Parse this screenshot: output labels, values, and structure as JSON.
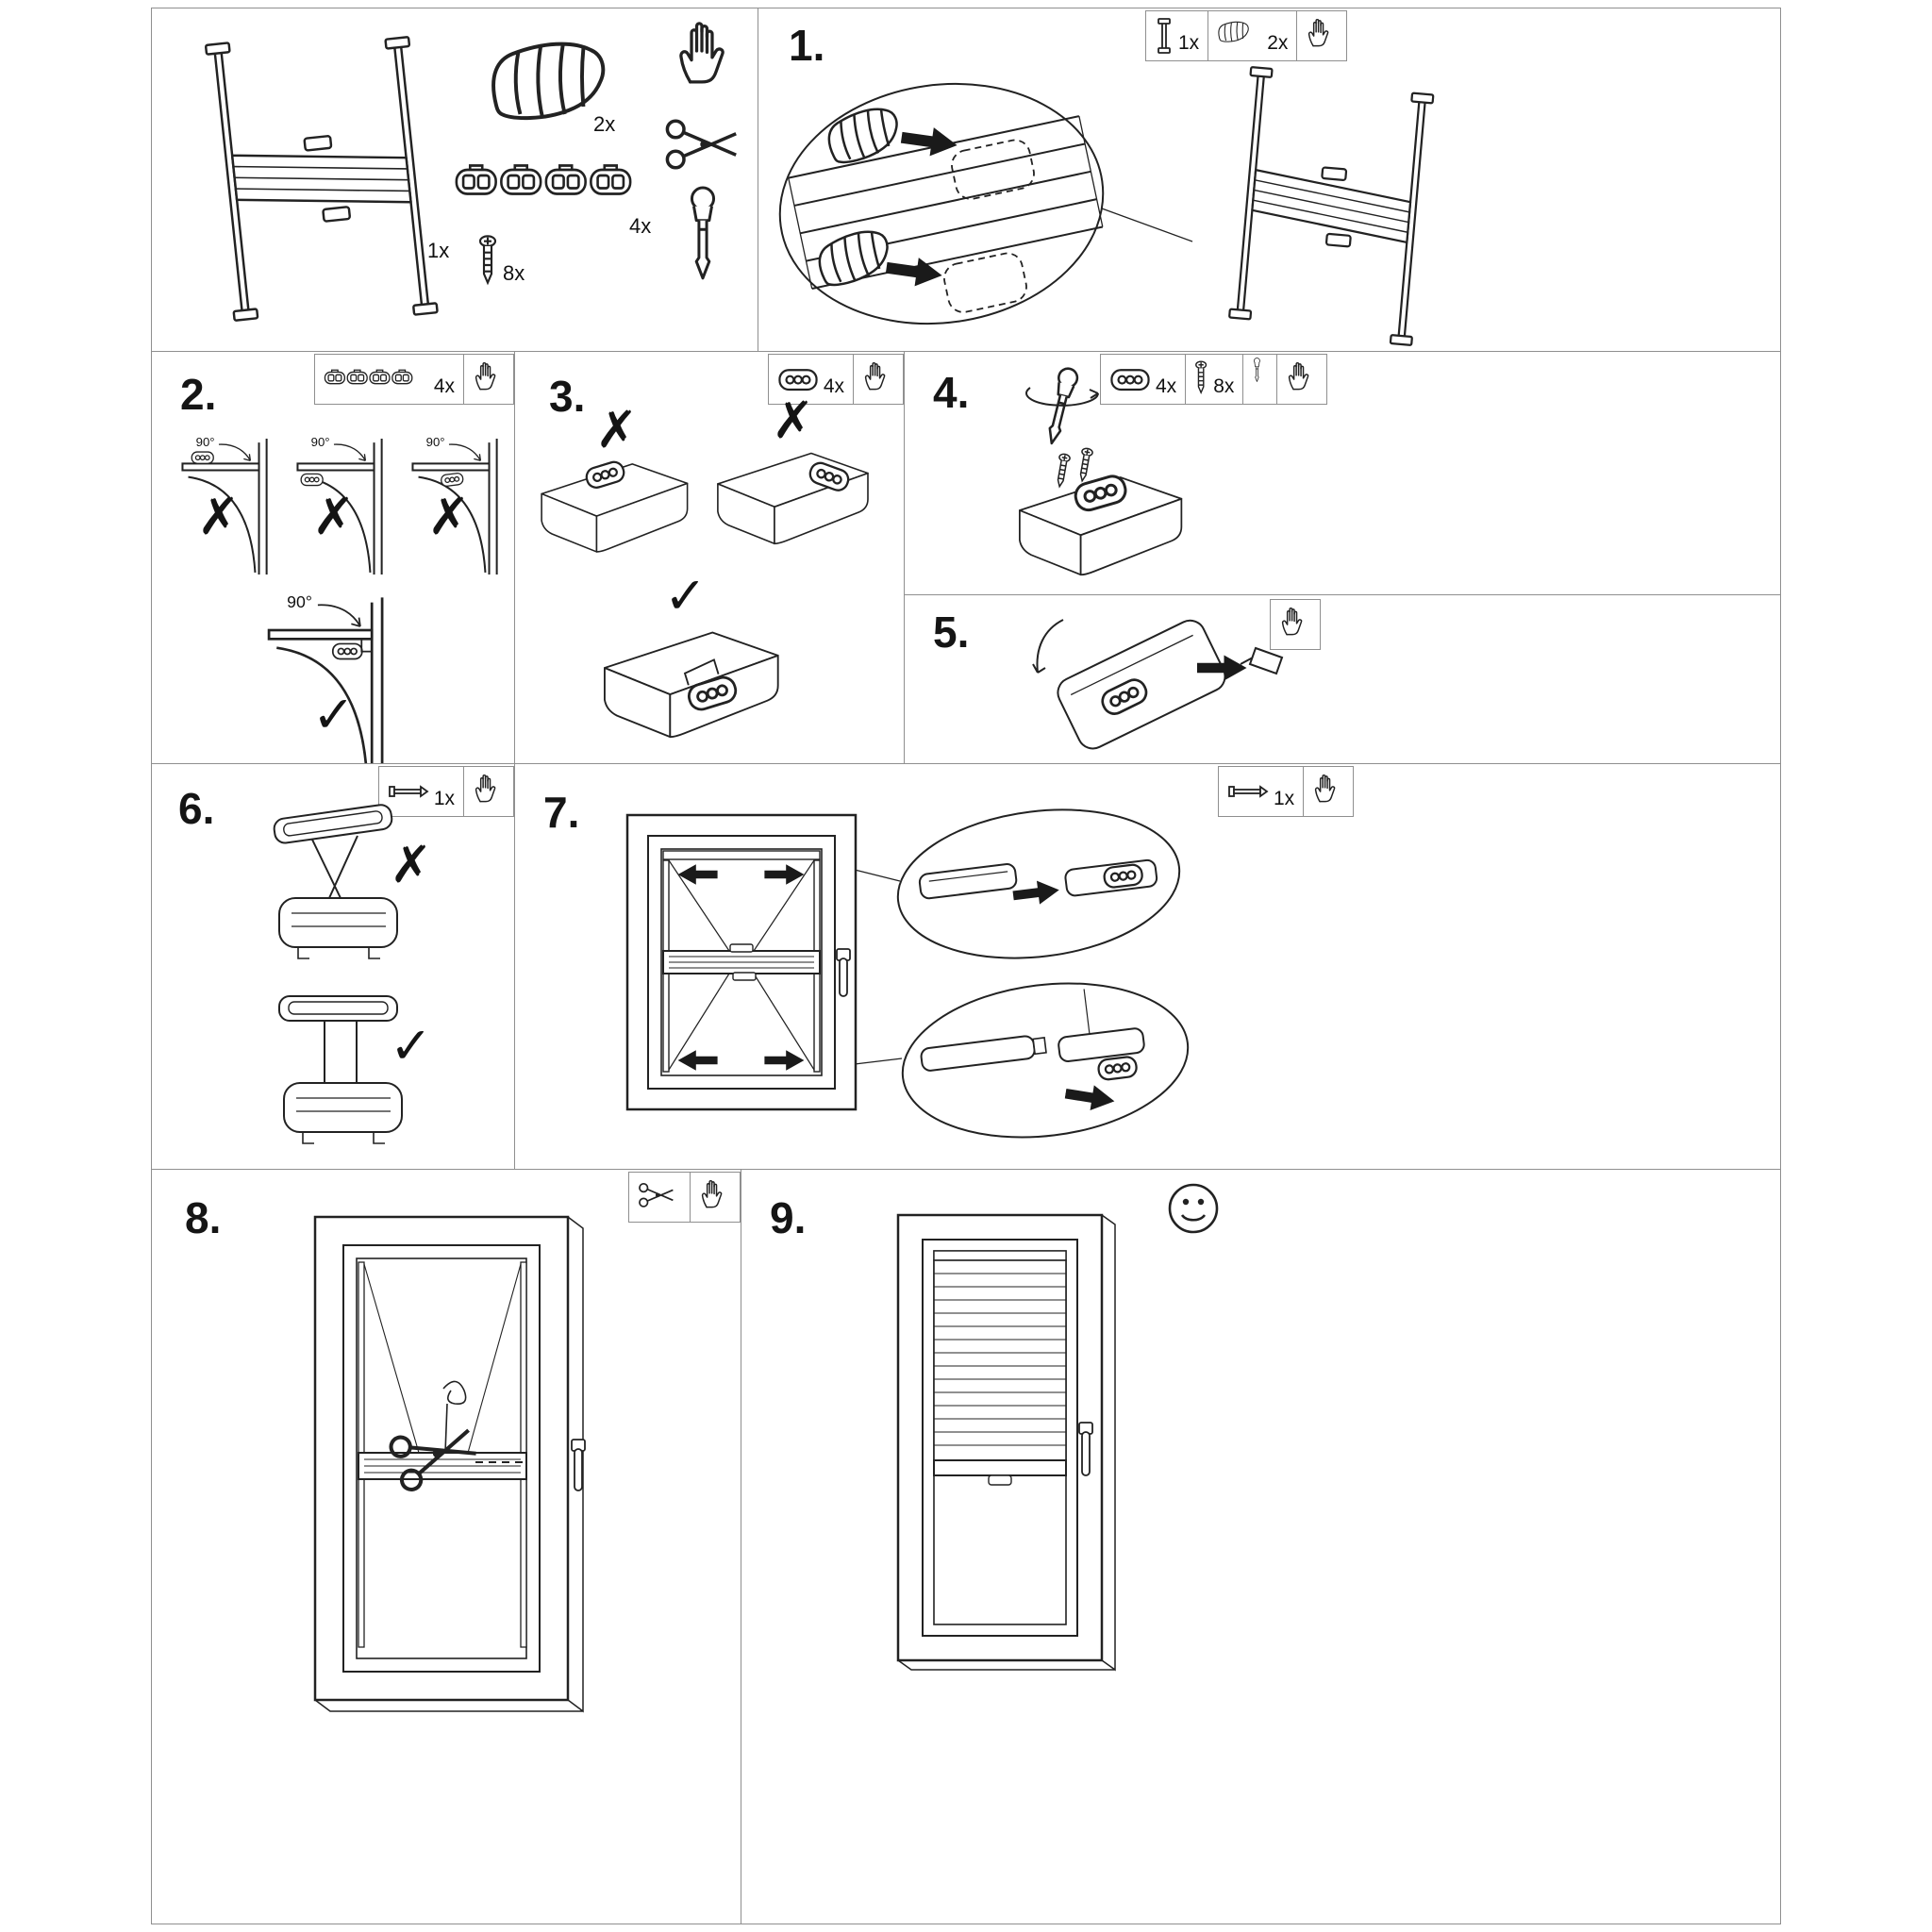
{
  "parts": {
    "blind_qty": "1x",
    "clip_qty": "2x",
    "bracket_strip_qty": "4x",
    "screw_qty": "8x"
  },
  "marks": {
    "wrong": "✗",
    "correct": "✓"
  },
  "steps": {
    "s1": {
      "number": "1.",
      "side_rail_qty": "1x",
      "clip_qty": "2x"
    },
    "s2": {
      "number": "2.",
      "bracket_qty": "4x",
      "angle": "90°"
    },
    "s3": {
      "number": "3.",
      "bracket_qty": "4x"
    },
    "s4": {
      "number": "4.",
      "bracket_qty": "4x",
      "screw_qty": "8x"
    },
    "s5": {
      "number": "5."
    },
    "s6": {
      "number": "6.",
      "pin_qty": "1x"
    },
    "s7": {
      "number": "7.",
      "pin_qty": "1x"
    },
    "s8": {
      "number": "8."
    },
    "s9": {
      "number": "9."
    }
  },
  "icons": {
    "hand": "✋",
    "scissors": "✂",
    "screwdriver": "screwdriver",
    "smiley": "☺",
    "wrong_mark": "✗",
    "check_mark": "✓"
  }
}
